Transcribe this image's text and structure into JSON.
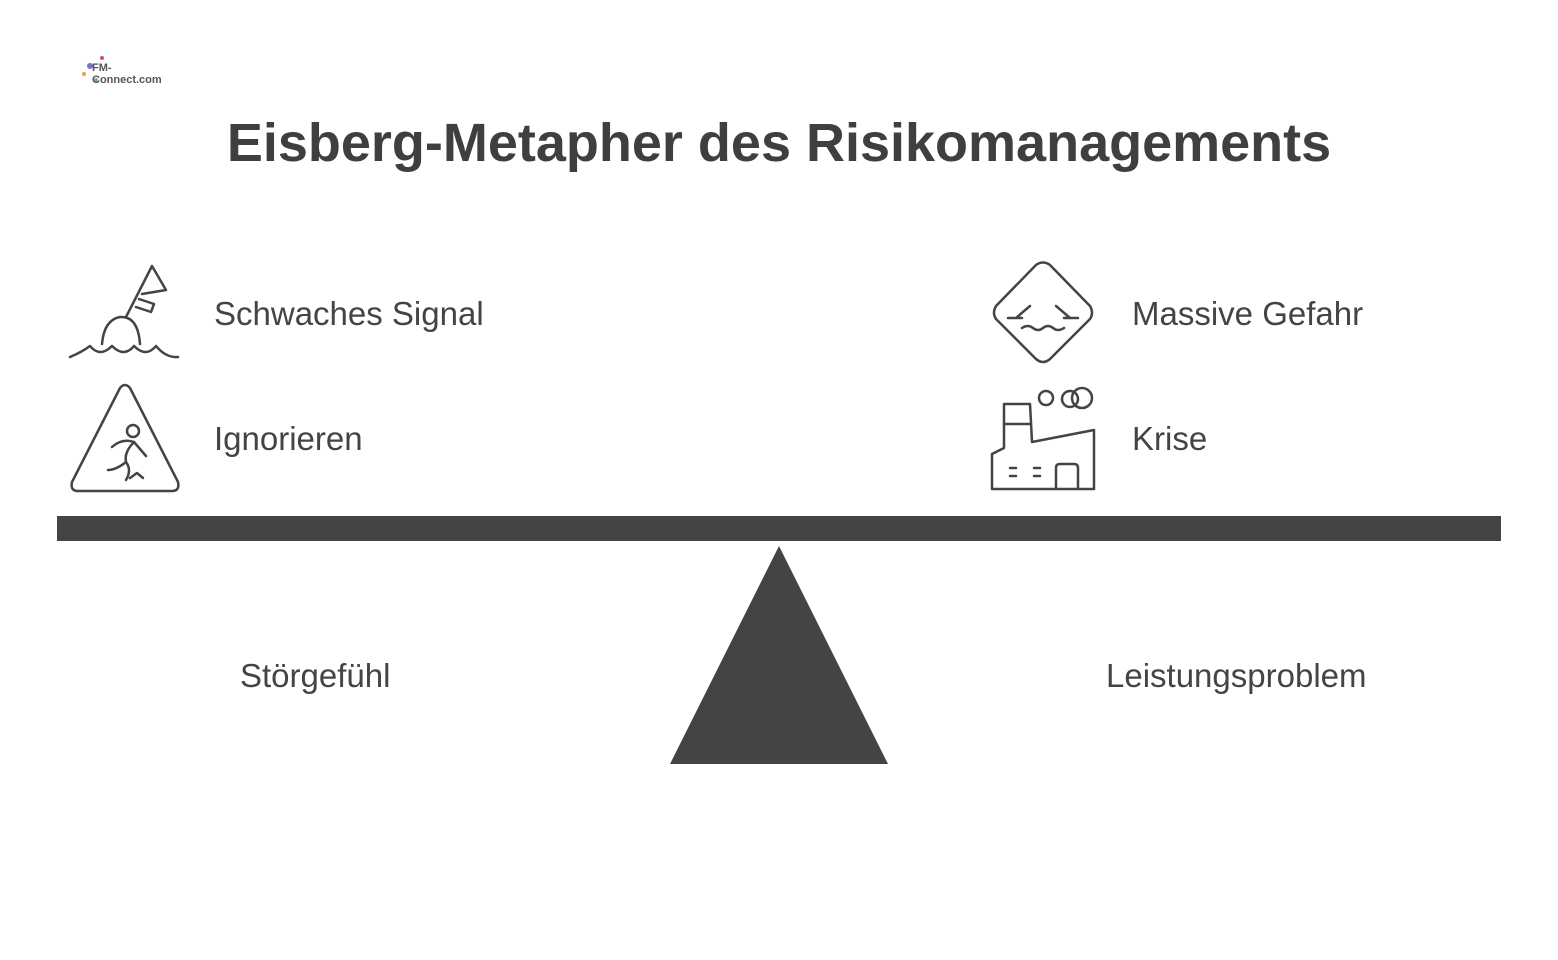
{
  "logo": {
    "text": "FM-Connect.com"
  },
  "title": "Eisberg-Metapher des Risikomanagements",
  "left_items": [
    {
      "label": "Schwaches Signal",
      "icon": "buoy-icon"
    },
    {
      "label": "Ignorieren",
      "icon": "warning-triangle-icon"
    }
  ],
  "right_items": [
    {
      "label": "Massive Gefahr",
      "icon": "danger-diamond-icon"
    },
    {
      "label": "Krise",
      "icon": "factory-icon"
    }
  ],
  "bottom": {
    "left_label": "Störgefühl",
    "right_label": "Leistungsproblem"
  },
  "colors": {
    "beam": "#444444",
    "text": "#444444"
  }
}
